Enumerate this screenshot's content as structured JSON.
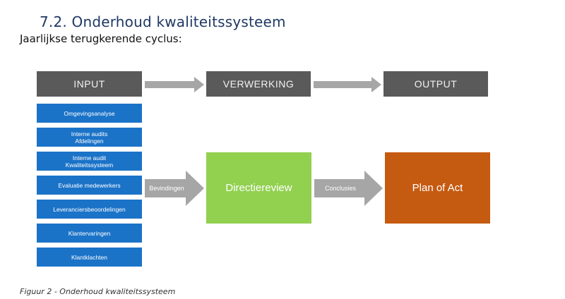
{
  "heading": "7.2. Onderhoud kwaliteitssysteem",
  "subheading": "Jaarlijkse terugkerende cyclus:",
  "stages": {
    "input": "INPUT",
    "processing": "VERWERKING",
    "output": "OUTPUT"
  },
  "inputs": [
    "Omgevingsanalyse",
    "Interne audits\nAfdelingen",
    "Interne audit\nKwaliteitssysteem",
    "Evaluatie medewerkers",
    "Leveranciersbeoordelingen",
    "Klantervaringen",
    "Klantklachten"
  ],
  "arrow_labels": {
    "first": "Bevindingen",
    "second": "Conclusies"
  },
  "boxes": {
    "review": "Directiereview",
    "plan": "Plan of Act"
  },
  "colors": {
    "stage": "#5a5a5a",
    "input_item": "#1b73c8",
    "review": "#92d050",
    "plan": "#c55a11",
    "arrow": "#a6a6a6"
  },
  "caption": "Figuur 2 - Onderhoud kwaliteitssysteem"
}
